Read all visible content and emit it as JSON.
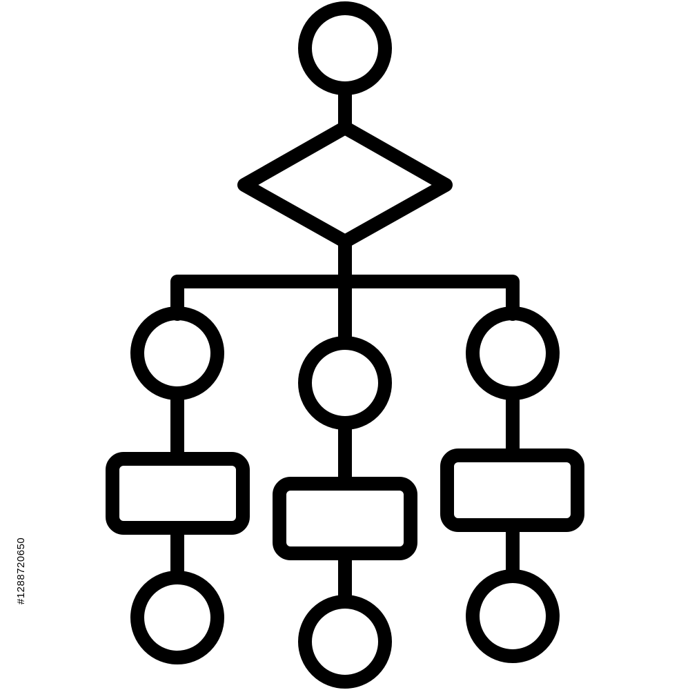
{
  "diagram": {
    "kind": "flowchart-hierarchy-icon",
    "stroke_color": "#000000",
    "background_color": "#ffffff",
    "nodes": [
      {
        "id": "root",
        "shape": "circle"
      },
      {
        "id": "decision",
        "shape": "diamond"
      },
      {
        "id": "left-top",
        "shape": "circle"
      },
      {
        "id": "left-mid",
        "shape": "rounded-rectangle"
      },
      {
        "id": "left-bottom",
        "shape": "circle"
      },
      {
        "id": "center-top",
        "shape": "circle"
      },
      {
        "id": "center-mid",
        "shape": "rounded-rectangle"
      },
      {
        "id": "center-bottom",
        "shape": "circle"
      },
      {
        "id": "right-top",
        "shape": "circle"
      },
      {
        "id": "right-mid",
        "shape": "rounded-rectangle"
      },
      {
        "id": "right-bottom",
        "shape": "circle"
      }
    ],
    "edges": [
      [
        "root",
        "decision"
      ],
      [
        "decision",
        "left-top"
      ],
      [
        "decision",
        "center-top"
      ],
      [
        "decision",
        "right-top"
      ],
      [
        "left-top",
        "left-mid"
      ],
      [
        "left-mid",
        "left-bottom"
      ],
      [
        "center-top",
        "center-mid"
      ],
      [
        "center-mid",
        "center-bottom"
      ],
      [
        "right-top",
        "right-mid"
      ],
      [
        "right-mid",
        "right-bottom"
      ]
    ]
  },
  "watermark": {
    "id_text": "#1288720650"
  }
}
